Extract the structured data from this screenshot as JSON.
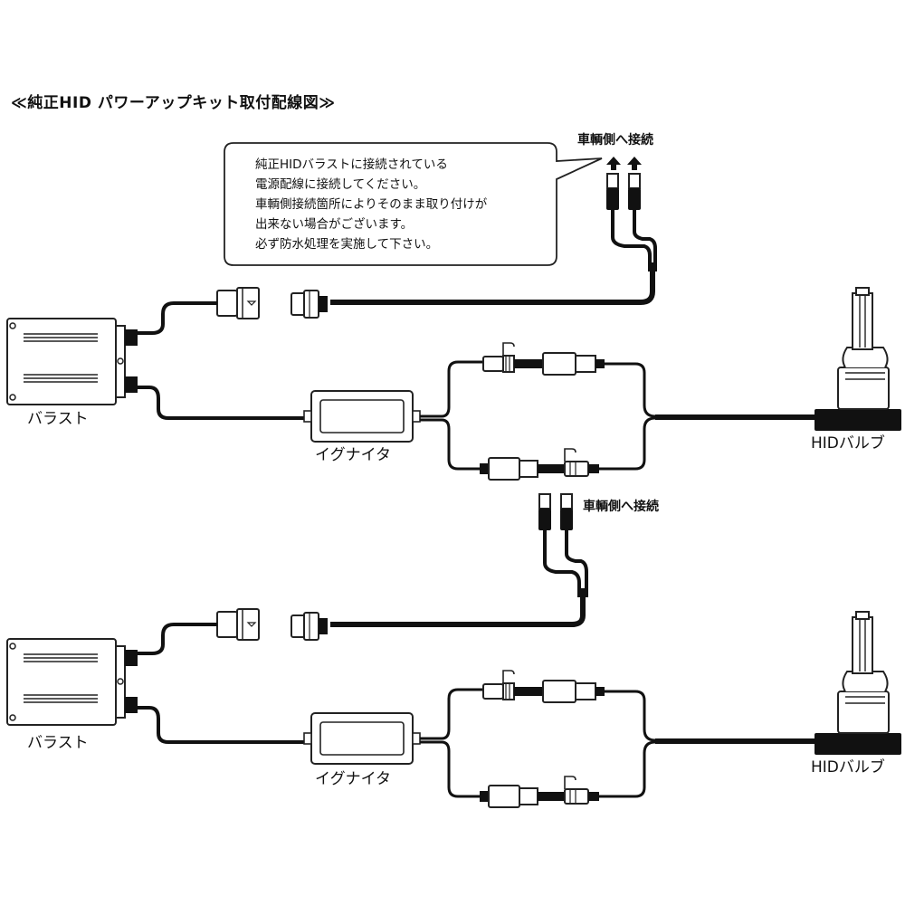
{
  "title": "≪純正HID パワーアップキット取付配線図≫",
  "callout": {
    "lines": [
      "純正HIDバラストに接続されている",
      "電源配線に接続してください。",
      "車輌側接続箇所によりそのまま取り付けが",
      "出来ない場合がございます。",
      "必ず防水処理を実施して下さい。"
    ]
  },
  "diagram_top": {
    "vehicle_label": "車輌側へ接続",
    "ballast_label": "バラスト",
    "igniter_label": "イグナイタ",
    "bulb_label": "HIDバルブ"
  },
  "diagram_bottom": {
    "vehicle_label": "車輌側へ接続",
    "ballast_label": "バラスト",
    "igniter_label": "イグナイタ",
    "bulb_label": "HIDバルブ"
  },
  "colors": {
    "wire": "#111111",
    "outline": "#222222",
    "box_fill": "#ffffff"
  }
}
